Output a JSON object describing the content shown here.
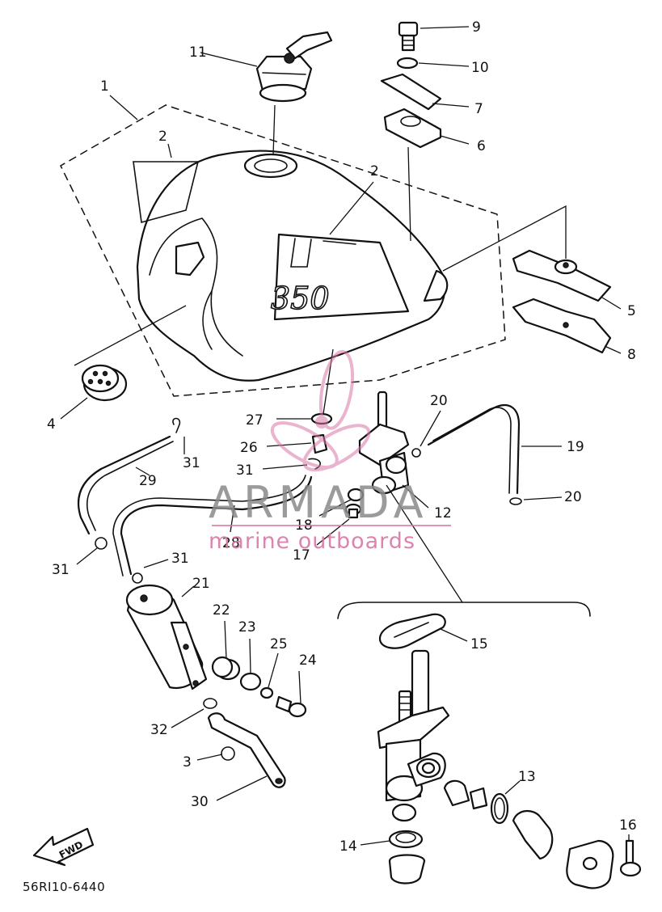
{
  "callouts": [
    "1",
    "2",
    "2",
    "3",
    "4",
    "5",
    "6",
    "7",
    "8",
    "9",
    "10",
    "11",
    "12",
    "13",
    "14",
    "15",
    "16",
    "17",
    "18",
    "19",
    "20",
    "20",
    "21",
    "22",
    "23",
    "24",
    "25",
    "26",
    "27",
    "28",
    "29",
    "30",
    "31",
    "31",
    "31",
    "31",
    "32"
  ],
  "diagram_code": "56RI10-6440",
  "fwd_label": "FWD",
  "tank_model": "350",
  "watermark": {
    "brand": "ARMADA",
    "tagline": "marine outboards"
  },
  "colors": {
    "ink": "#111111",
    "watermark_gray": "#8a8a8a",
    "watermark_pink": "#d977a8"
  }
}
